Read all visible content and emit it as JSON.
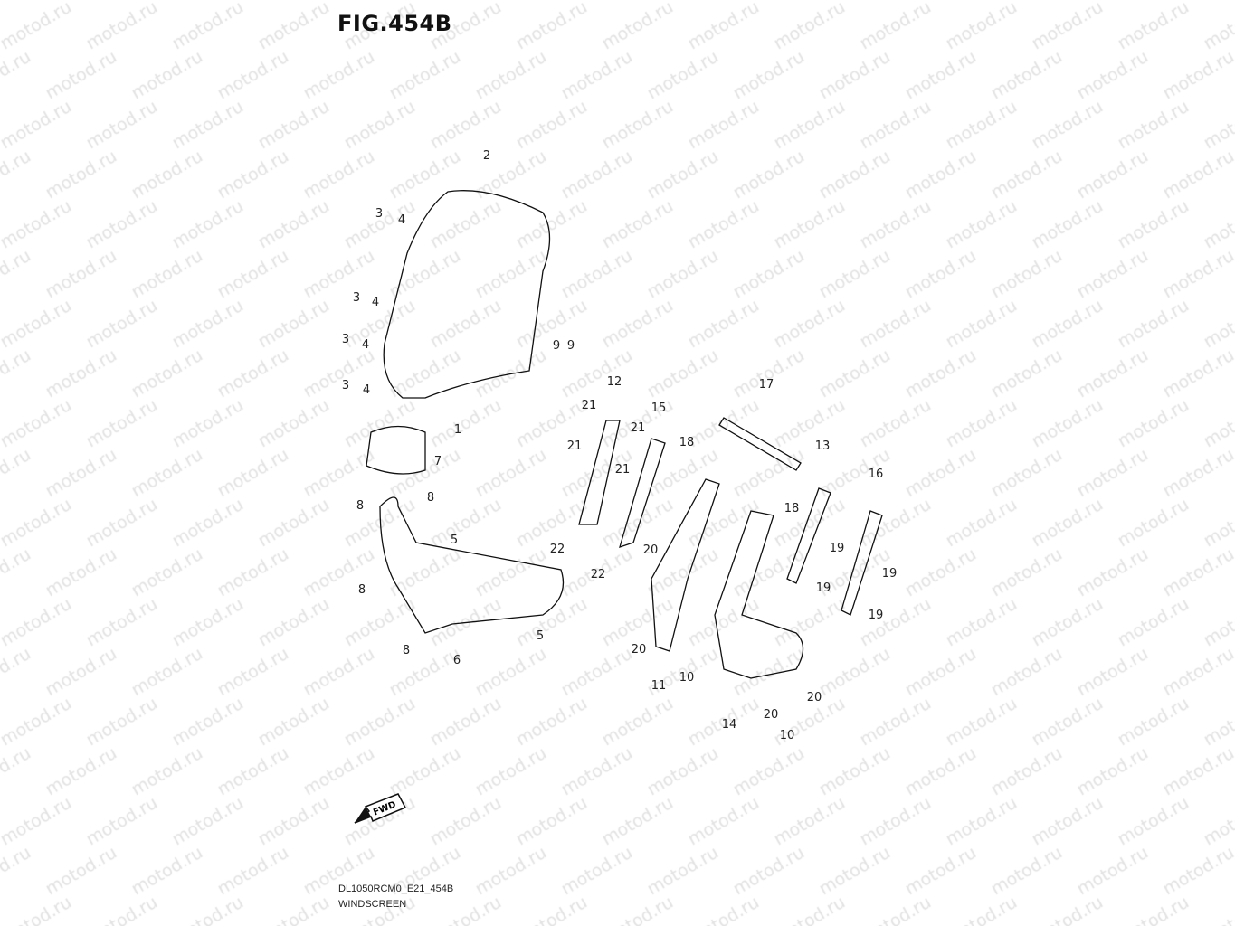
{
  "figure_title": "FIG.454B",
  "watermark": "motod.ru",
  "footer": {
    "code": "DL1050RCM0_E21_454B",
    "name": "WINDSCREEN"
  },
  "fwd_label": "FWD",
  "callouts": [
    "2",
    "3",
    "4",
    "3",
    "4",
    "3",
    "4",
    "3",
    "4",
    "9",
    "9",
    "1",
    "7",
    "8",
    "8",
    "5",
    "8",
    "8",
    "6",
    "5",
    "12",
    "21",
    "21",
    "15",
    "21",
    "21",
    "22",
    "22",
    "18",
    "17",
    "13",
    "16",
    "18",
    "19",
    "19",
    "19",
    "19",
    "20",
    "20",
    "10",
    "11",
    "14",
    "20",
    "10",
    "20"
  ]
}
